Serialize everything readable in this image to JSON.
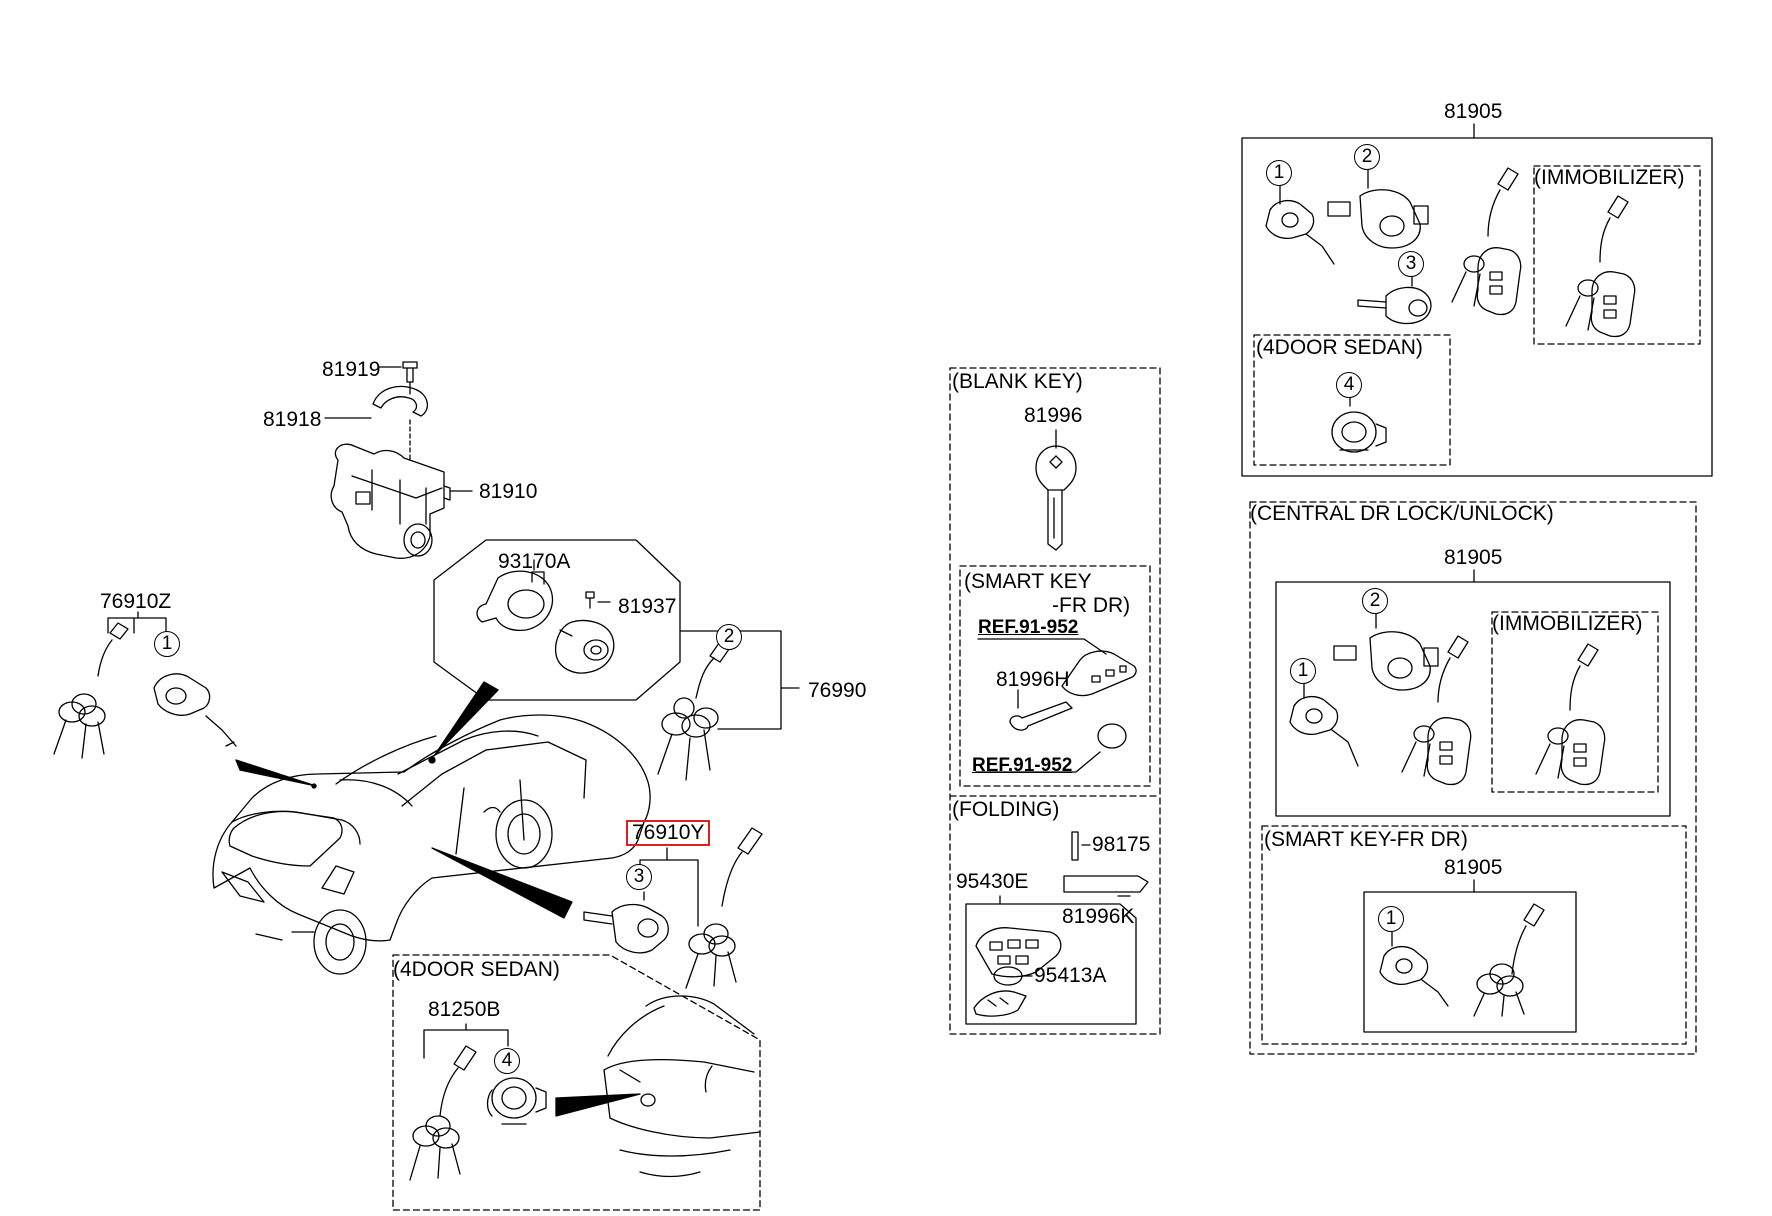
{
  "title": "",
  "main_parts": {
    "p81919": "81919",
    "p81918": "81918",
    "p81910": "81910",
    "p93170A": "93170A",
    "p81937": "81937",
    "p76990": "76990",
    "p76910Z": "76910Z",
    "p76910Y": "76910Y"
  },
  "sedan_section": {
    "title": "(4DOOR SEDAN)",
    "p81250B": "81250B"
  },
  "blank_key_section": {
    "title": "(BLANK KEY)",
    "p81996": "81996",
    "smart_key_title_line1": "(SMART KEY",
    "smart_key_title_line2": "-FR DR)",
    "ref1": "REF.91-952",
    "p81996H": "81996H",
    "ref2": "REF.91-952"
  },
  "folding_section": {
    "title": "(FOLDING)",
    "p98175": "98175",
    "p95430E": "95430E",
    "p81996K": "81996K",
    "p95413A": "95413A"
  },
  "kit_top": {
    "part": "81905",
    "immobilizer_title": "(IMMOBILIZER)",
    "sedan_title": "(4DOOR SEDAN)"
  },
  "central_lock_section": {
    "title": "(CENTRAL DR LOCK/UNLOCK)",
    "part": "81905",
    "immobilizer_title": "(IMMOBILIZER)",
    "smart_key_title": "(SMART KEY-FR DR)",
    "smart_key_part": "81905"
  },
  "callouts": {
    "one": "1",
    "two": "2",
    "three": "3",
    "four": "4"
  },
  "colors": {
    "line": "#000000",
    "highlight": "#e0201e",
    "background": "#ffffff"
  }
}
